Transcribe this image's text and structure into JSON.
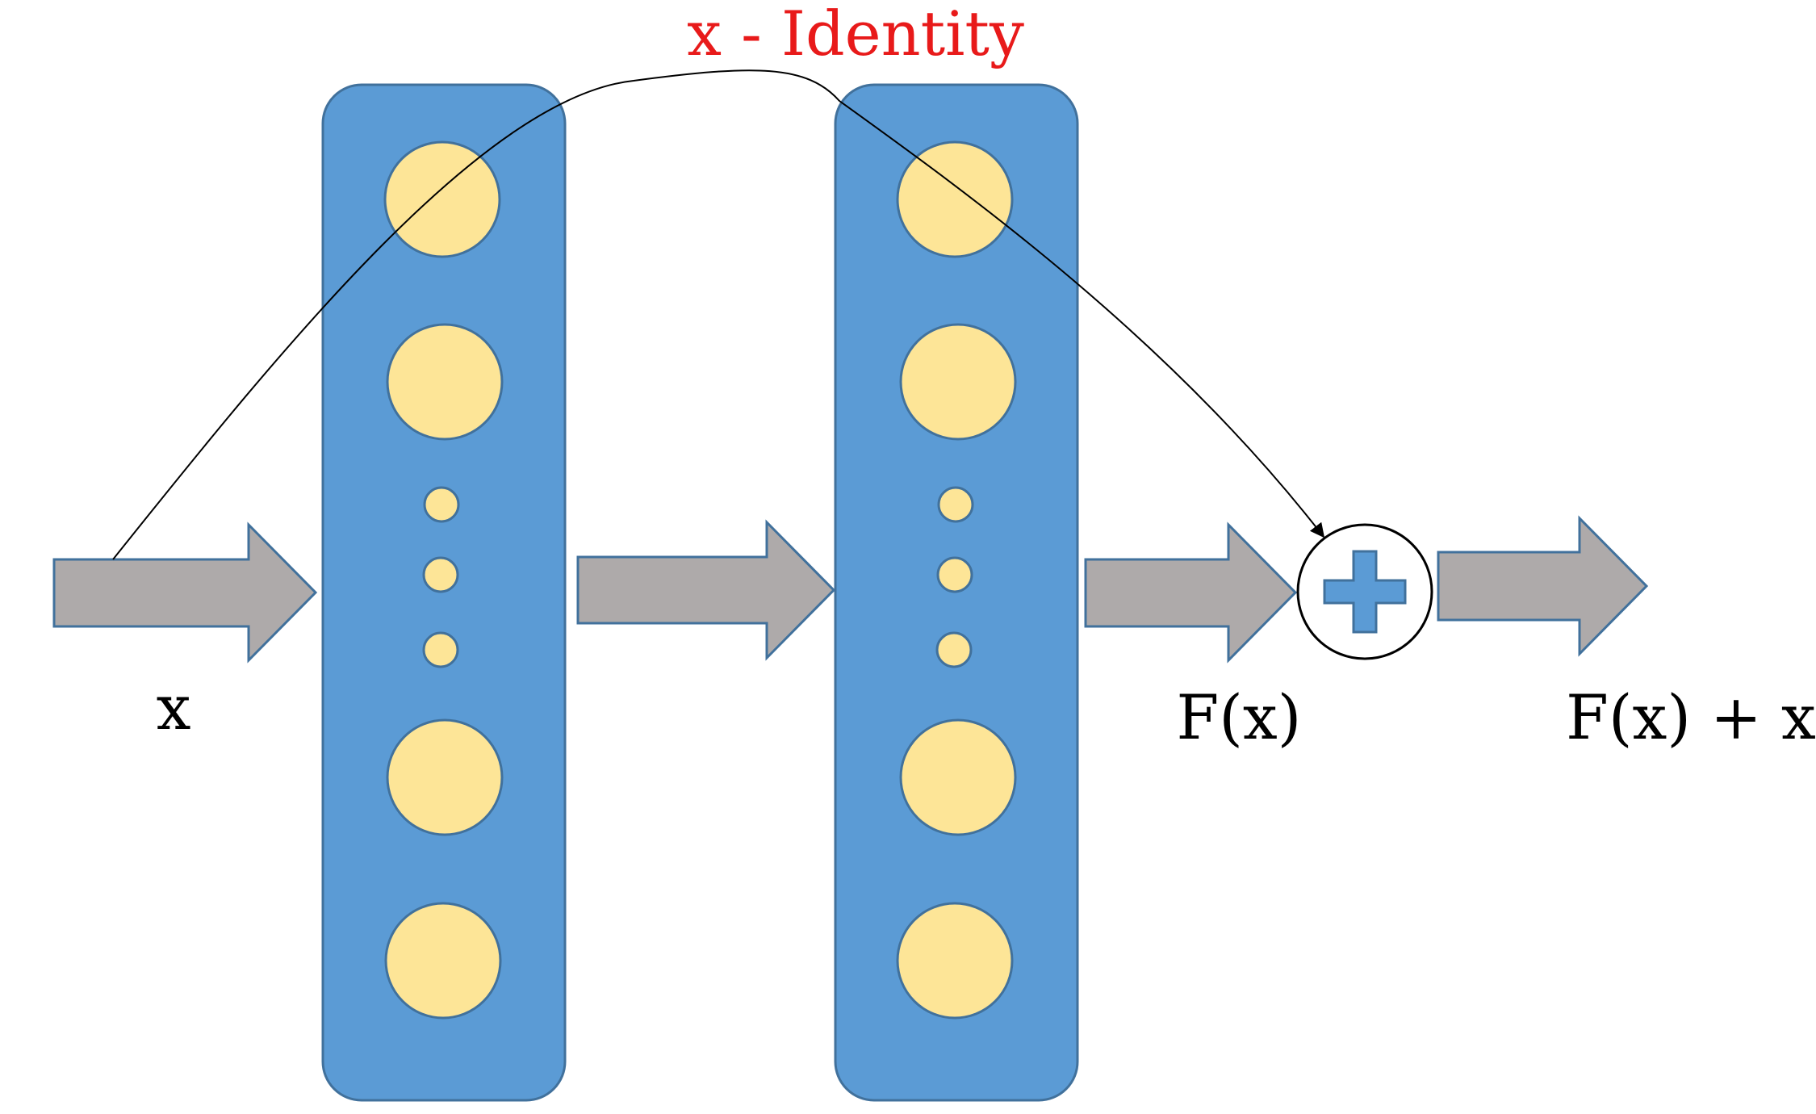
{
  "labels": {
    "skip_connection": "x - Identity",
    "input": "x",
    "layer_output": "F(x)",
    "block_output": "F(x) + x"
  },
  "colors": {
    "layer_fill": "#5b9bd5",
    "layer_stroke": "#41719c",
    "neuron_fill": "#fde597",
    "neuron_stroke": "#41719c",
    "arrow_fill": "#aeaaaa",
    "arrow_stroke": "#41719c",
    "skip_label": "#e81a1a",
    "skip_line": "#000000",
    "plus_fill": "#5b9bd5",
    "text": "#000000"
  },
  "icons": {
    "sum_node": "plus-in-circle-icon"
  }
}
